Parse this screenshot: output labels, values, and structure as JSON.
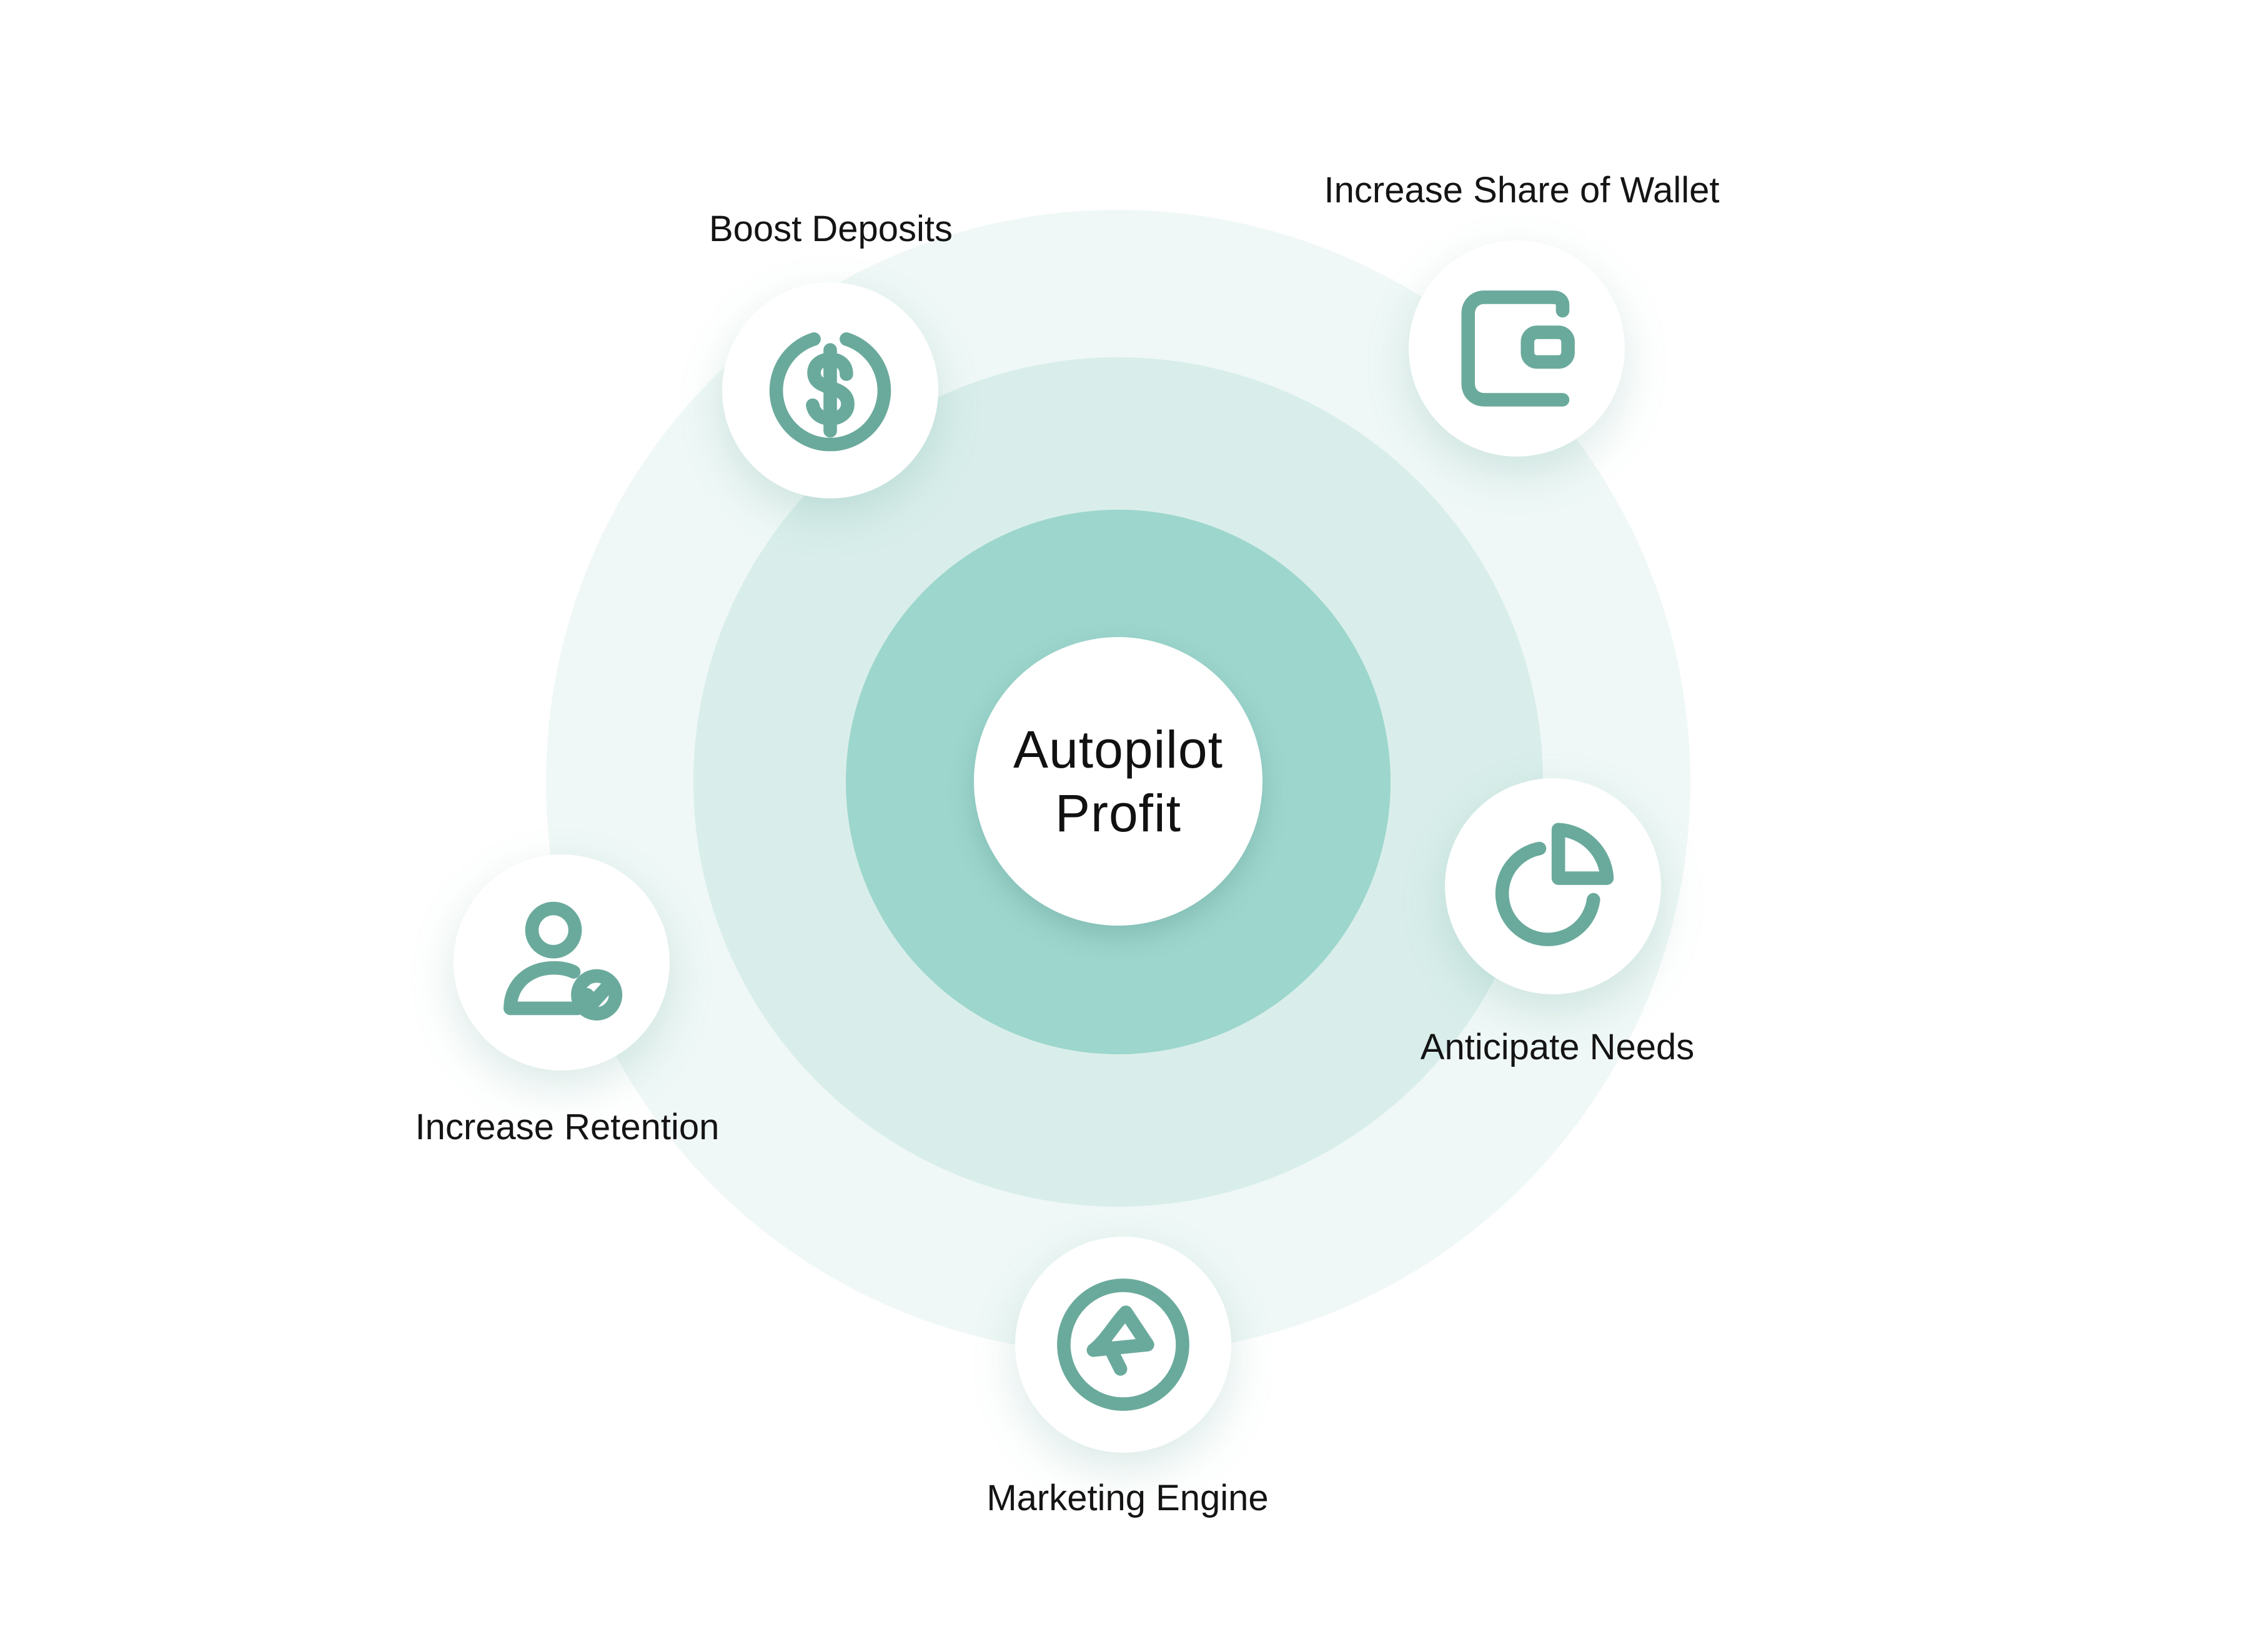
{
  "center": {
    "line1": "Autopilot",
    "line2": "Profit"
  },
  "nodes": [
    {
      "label": "Boost Deposits",
      "icon": "dollar-circle-icon"
    },
    {
      "label": "Increase Share of Wallet",
      "icon": "wallet-icon"
    },
    {
      "label": "Anticipate Needs",
      "icon": "pie-chart-icon"
    },
    {
      "label": "Marketing Engine",
      "icon": "megaphone-icon"
    },
    {
      "label": "Increase Retention",
      "icon": "user-check-icon"
    }
  ],
  "colors": {
    "accent": "#6aaa9c",
    "ring_outer": "#eff8f6",
    "ring_middle": "#d9eeea",
    "ring_inner": "#9dd6cd"
  }
}
